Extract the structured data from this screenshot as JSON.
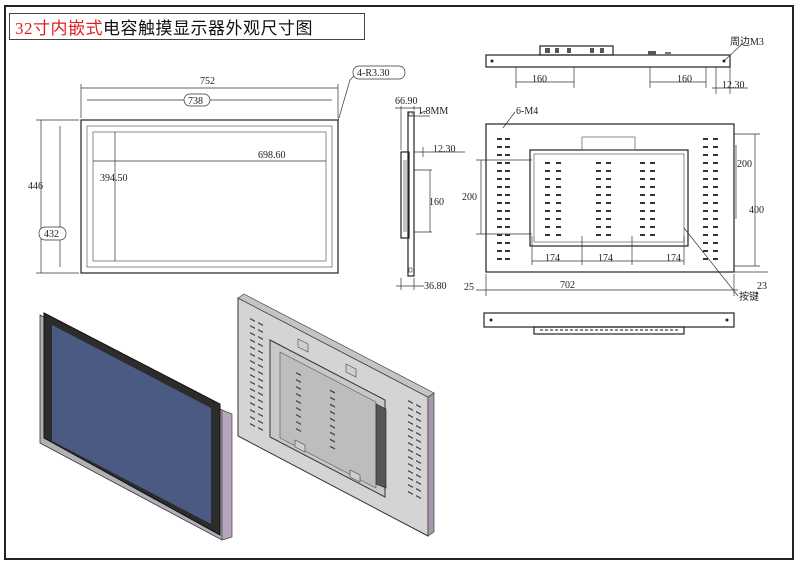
{
  "title": {
    "red_part": "32寸内嵌式",
    "black_part": "电容触摸显示器外观尺寸图"
  },
  "front_view": {
    "width_outer": "752",
    "width_inner": "738",
    "corner_radius": "4-R3.30",
    "active_width": "698.60",
    "active_height": "394.50",
    "height_outer": "446",
    "height_inner": "432"
  },
  "side_view": {
    "top_dim": "66.90",
    "bezel_thickness": "1.8MM",
    "offset": "12.30",
    "bracket": "160",
    "depth": "36.80"
  },
  "top_view": {
    "left_spacing": "160",
    "right_spacing": "160",
    "edge_offset": "12.30",
    "label_side_holes": "周边M3"
  },
  "back_view": {
    "holes_label": "6-M4",
    "vesa_left": "200",
    "vesa_right": "200",
    "height": "400",
    "spacing_1": "174",
    "spacing_2": "174",
    "spacing_3": "174",
    "left_edge": "25",
    "width": "702",
    "bottom_edge": "23",
    "button_label": "按键"
  },
  "colors": {
    "title_red": "#e02020",
    "screen_glass": "#4a5a82",
    "bezel": "#3a3a3a",
    "back_panel": "#d4d4d4"
  }
}
